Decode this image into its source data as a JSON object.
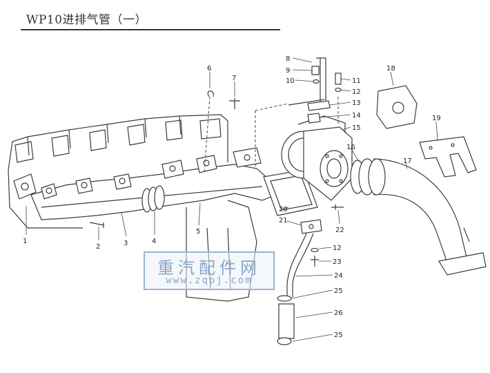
{
  "title": "WP10进排气管（一）",
  "watermark": {
    "title": "重汽配件网",
    "url": "www.zqpj.com"
  },
  "colors": {
    "line": "#3a3a3a",
    "watermark": "#8aa5c8"
  },
  "callouts": [
    {
      "id": "c1",
      "label": "1"
    },
    {
      "id": "c2",
      "label": "2"
    },
    {
      "id": "c3",
      "label": "3"
    },
    {
      "id": "c4",
      "label": "4"
    },
    {
      "id": "c5",
      "label": "5"
    },
    {
      "id": "c6",
      "label": "6"
    },
    {
      "id": "c7",
      "label": "7"
    },
    {
      "id": "c8",
      "label": "8"
    },
    {
      "id": "c9",
      "label": "9"
    },
    {
      "id": "c10",
      "label": "10"
    },
    {
      "id": "c11",
      "label": "11"
    },
    {
      "id": "c12a",
      "label": "12"
    },
    {
      "id": "c13",
      "label": "13"
    },
    {
      "id": "c14",
      "label": "14"
    },
    {
      "id": "c15",
      "label": "15"
    },
    {
      "id": "c16",
      "label": "16"
    },
    {
      "id": "c17",
      "label": "17"
    },
    {
      "id": "c18",
      "label": "18"
    },
    {
      "id": "c19",
      "label": "19"
    },
    {
      "id": "c20",
      "label": "20"
    },
    {
      "id": "c21",
      "label": "21"
    },
    {
      "id": "c22",
      "label": "22"
    },
    {
      "id": "c12b",
      "label": "12"
    },
    {
      "id": "c23",
      "label": "23"
    },
    {
      "id": "c24",
      "label": "24"
    },
    {
      "id": "c25a",
      "label": "25"
    },
    {
      "id": "c26",
      "label": "26"
    },
    {
      "id": "c25b",
      "label": "25"
    }
  ]
}
